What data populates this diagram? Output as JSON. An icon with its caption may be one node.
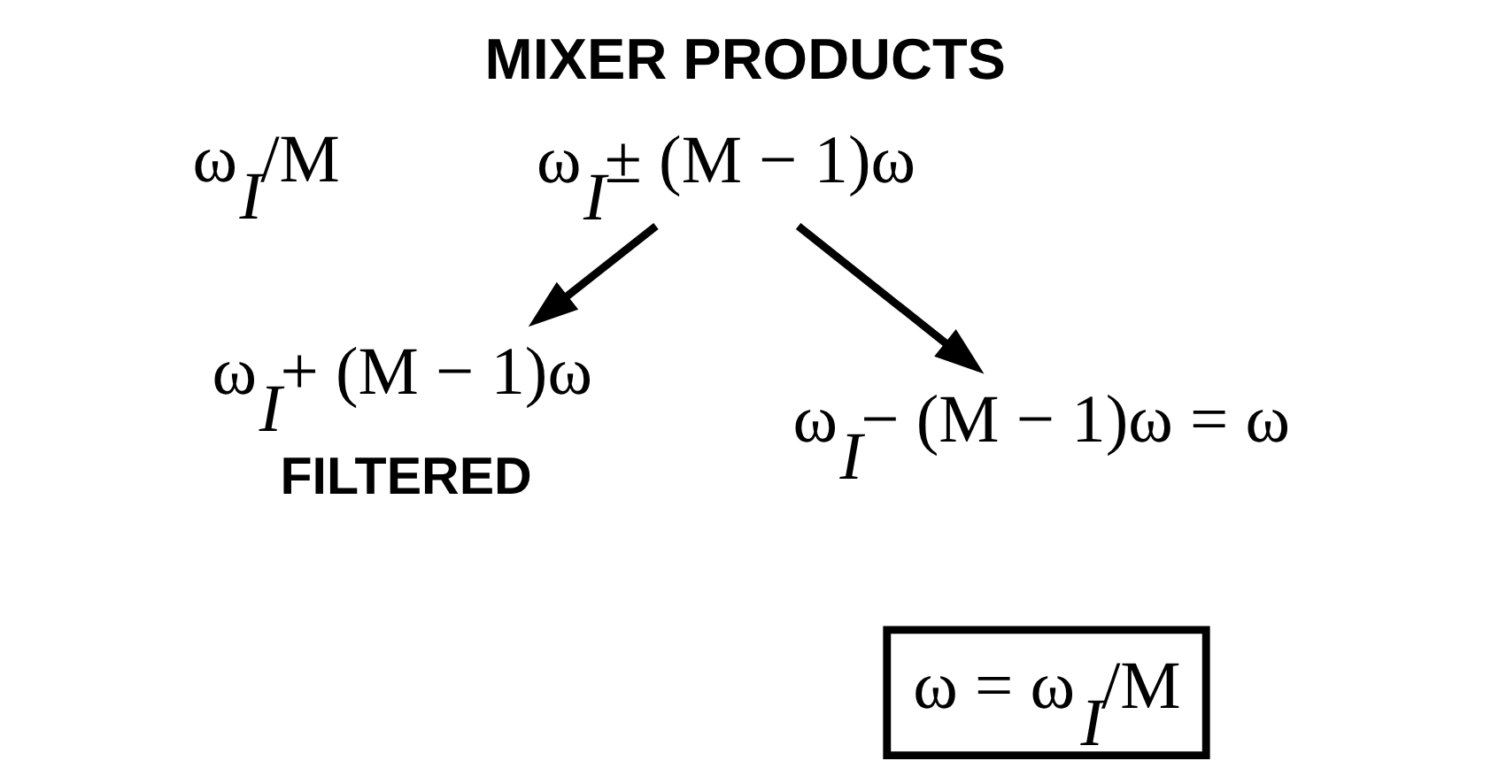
{
  "diagram": {
    "title": "MIXER PRODUCTS",
    "nodes": [
      {
        "text": [
          "ω$_{I}$± (M − 1)ω"
        ]
      },
      {
        "text": [
          "ω$_{I}$+ (M − 1)ω"
        ],
        "beside": [
          "FILTERED"
        ]
      },
      {
        "text": [
          "ω$_{I}$− (M − 1)ω = ω"
        ]
      },
      {
        "text": [
          "ω = ω$_{I}$/M"
        ]
      }
    ],
    "edges": [
      {
        "from": 0,
        "to": 1,
        "arrow": "to"
      },
      {
        "from": 0,
        "to": 2,
        "arrow": "to"
      }
    ],
    "labels": [
      "ω$_{I}$/M"
    ]
  }
}
